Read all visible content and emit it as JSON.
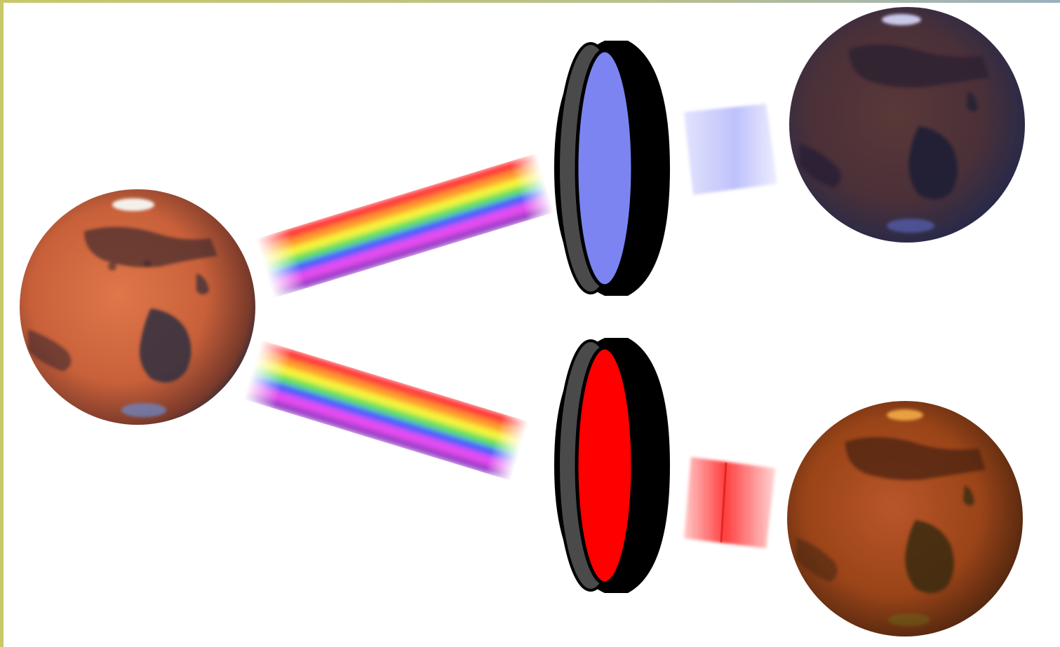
{
  "diagram": {
    "kind": "filtered-imaging-illustration",
    "source": {
      "name": "mars-planet-icon",
      "tone": "true-color"
    },
    "beams": [
      {
        "name": "upper-spectrum-beam",
        "bands": [
          "#ff3b3b",
          "#ff9a2e",
          "#f5f53a",
          "#5fe05f",
          "#4a5cff",
          "#e84cf0",
          "#9a3fc8"
        ]
      },
      {
        "name": "lower-spectrum-beam",
        "bands": [
          "#ff3b3b",
          "#ff9a2e",
          "#f5f53a",
          "#5fe05f",
          "#4a5cff",
          "#e84cf0",
          "#9a3fc8"
        ]
      }
    ],
    "filters": [
      {
        "name": "blue-filter",
        "glass_color": "#7b84f0",
        "rim_color": "#000000",
        "edge_color": "#4a4a4a"
      },
      {
        "name": "red-filter",
        "glass_color": "#ff0000",
        "rim_color": "#000000",
        "edge_color": "#4a4a4a"
      }
    ],
    "outputs": [
      {
        "name": "blue-filtered-mars",
        "light_color": "#8a8ff8",
        "planet_tint": "#3a2a40"
      },
      {
        "name": "red-filtered-mars",
        "light_color": "#ff2a2a",
        "planet_tint": "#8a3a10"
      }
    ]
  },
  "colors": {
    "background": "#ffffff",
    "frame_top": "#b9c08a",
    "frame_left": "#c8c86a",
    "mars_base": "#c8603a",
    "mars_dark": "#3c2a2a",
    "polar_cap": "#f4f1ea"
  }
}
